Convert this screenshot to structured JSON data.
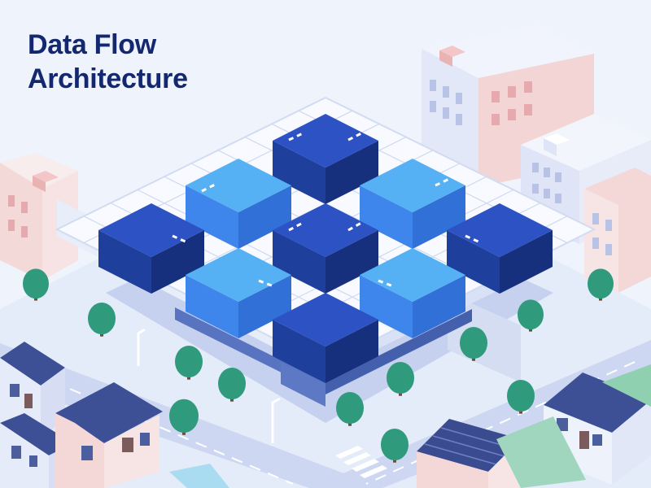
{
  "title": {
    "line1": "Data Flow",
    "line2": "Architecture"
  },
  "palette": {
    "background": "#ecf1fb",
    "title_text": "#13286e",
    "block_navy": "#1f3f9c",
    "block_blue": "#3f86ec",
    "platform": "#f8faff",
    "grid_lines": "#cfd9ef",
    "road": "#c9d3ef",
    "tree": "#2f9a7c",
    "building_pink": "#f3d6d6",
    "building_lavender": "#e2e7f7",
    "roof_navy": "#3d5096"
  },
  "blocks": [
    {
      "row": 0,
      "col": 0,
      "color": "navy"
    },
    {
      "row": 0,
      "col": 1,
      "color": "blue"
    },
    {
      "row": 0,
      "col": 2,
      "color": "navy"
    },
    {
      "row": 1,
      "col": 0,
      "color": "blue"
    },
    {
      "row": 1,
      "col": 1,
      "color": "navy"
    },
    {
      "row": 1,
      "col": 2,
      "color": "blue"
    },
    {
      "row": 2,
      "col": 0,
      "color": "navy"
    },
    {
      "row": 2,
      "col": 1,
      "color": "blue"
    },
    {
      "row": 2,
      "col": 2,
      "color": "navy"
    }
  ],
  "icons": [
    "isometric-block",
    "office-building",
    "house",
    "tree",
    "street-lamp",
    "crosswalk",
    "pool"
  ]
}
